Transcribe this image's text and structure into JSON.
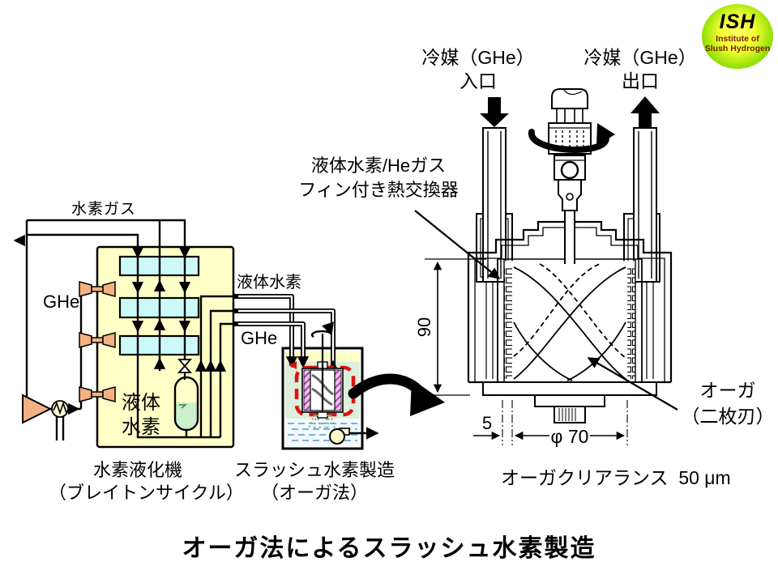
{
  "logo": {
    "abbr": "ISH",
    "org_line1": "Institute of",
    "org_line2": "Slush Hydrogen"
  },
  "labels": {
    "coolant_inlet": {
      "line1": "冷媒（GHe）",
      "line2": "入口"
    },
    "coolant_outlet": {
      "line1": "冷媒（GHe）",
      "line2": "出口"
    },
    "heat_exchanger": {
      "line1": "液体水素/Heガス",
      "line2": "フィン付き熱交換器"
    },
    "hydrogen_gas": "水素ガス",
    "ghe_left": "GHe",
    "liquid_hydrogen_vessel": {
      "line1": "液体",
      "line2": "水素"
    },
    "liquid_hydrogen_pipe": "液体水素",
    "ghe_middle": "GHe",
    "auger": {
      "line1": "オーガ",
      "line2": "（二枚刃）"
    },
    "dimensions": {
      "height": "90",
      "gap": "5",
      "diameter": "φ 70"
    },
    "caption_liquefier": {
      "line1": "水素液化機",
      "line2": "（ブレイトンサイクル）"
    },
    "caption_slush": {
      "line1": "スラッシュ水素製造",
      "line2": "（オーガ法）"
    },
    "caption_clearance": "オーガクリアランス  50 μm",
    "title": "オーガ法によるスラッシュ水素製造"
  },
  "colors": {
    "liquefier_box_fill": "#FFFFC8",
    "heat_exchanger_fill": "#CCFAFA",
    "machinery_orange": "#F4B183",
    "vessel_liquid_green": "#CCEFCC",
    "tank_interior_green": "#DDEFDB",
    "circulation_red": "#DD1111",
    "liquid_dash_blue": "#5599CC",
    "auger_hatch_pink": "#F2BEF2",
    "logo_green": "#55CC00",
    "logo_yellow": "#FFFF55"
  }
}
